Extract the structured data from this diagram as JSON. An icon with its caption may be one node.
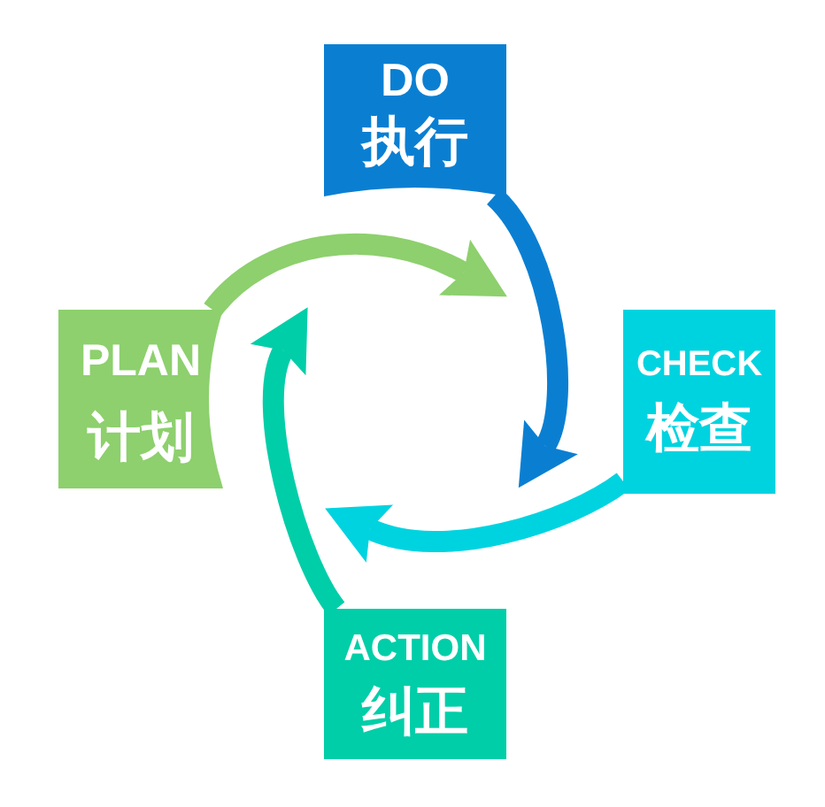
{
  "diagram": {
    "nodes": [
      {
        "text": [
          "DO",
          "执行"
        ]
      },
      {
        "text": [
          "PLAN",
          "计划"
        ]
      },
      {
        "text": [
          "CHECK",
          "检查"
        ]
      },
      {
        "text": [
          "ACTION",
          "纠正"
        ]
      }
    ],
    "edges": [
      {
        "from": 1,
        "to": 0,
        "arrow": "to",
        "color": "#8dd06d"
      },
      {
        "from": 0,
        "to": 2,
        "arrow": "to",
        "color": "#0a7fd2"
      },
      {
        "from": 2,
        "to": 3,
        "arrow": "to",
        "color": "#00d3e0"
      },
      {
        "from": 3,
        "to": 1,
        "arrow": "to",
        "color": "#00cea8"
      }
    ]
  }
}
